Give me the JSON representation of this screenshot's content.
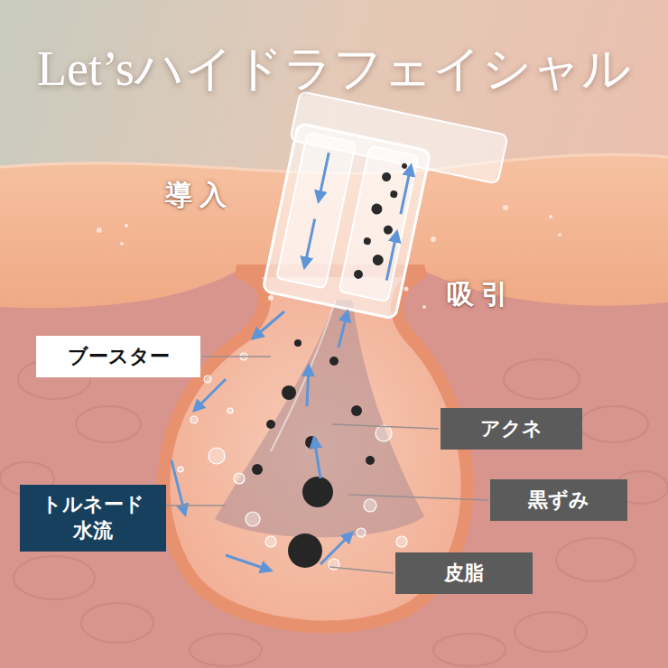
{
  "diagram": {
    "title": "Let’sハイドラフェイシャル",
    "nodes": [
      {
        "text": [
          "ブースター"
        ]
      },
      {
        "text": [
          "アクネ"
        ]
      },
      {
        "text": [
          "トルネード 水流"
        ]
      },
      {
        "text": [
          "黒ずみ"
        ]
      },
      {
        "text": [
          "皮脂"
        ]
      }
    ],
    "labels": [
      "導入",
      "吸引"
    ]
  }
}
